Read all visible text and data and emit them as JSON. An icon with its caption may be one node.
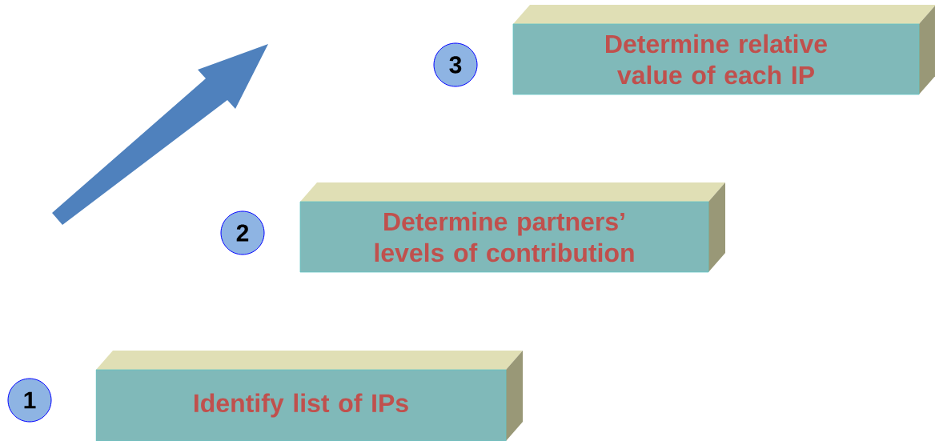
{
  "diagram": {
    "nodes": [
      {
        "text": [
          "3"
        ]
      },
      {
        "text": [
          "Determine relative value of each IP"
        ]
      },
      {
        "text": [
          "2"
        ]
      },
      {
        "text": [
          "Determine partners’ levels of contribution"
        ]
      },
      {
        "text": [
          "1"
        ]
      },
      {
        "text": [
          "Identify list of IPs"
        ]
      }
    ]
  }
}
